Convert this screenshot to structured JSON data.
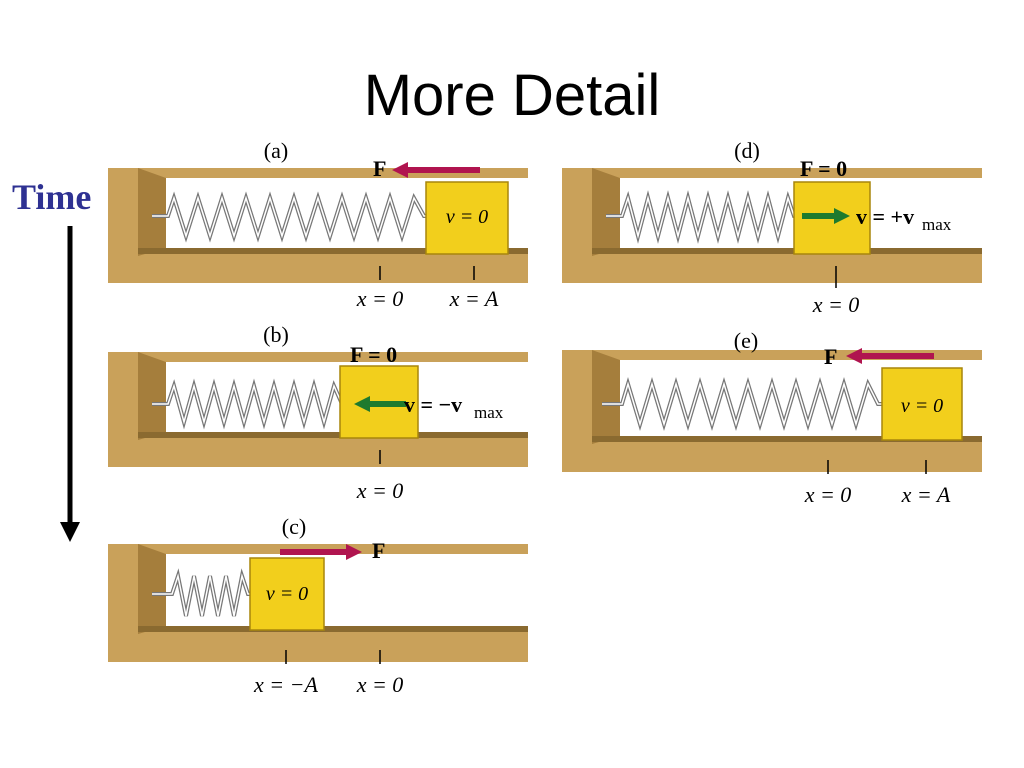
{
  "title": "More Detail",
  "time_label": "Time",
  "panels": {
    "a": {
      "tag": "(a)",
      "force": "F",
      "block_label": "v = 0",
      "marks": [
        "x = 0",
        "x = A"
      ]
    },
    "b": {
      "tag": "(b)",
      "force": "F = 0",
      "velocity": "v = −v",
      "velocity_sub": "max",
      "marks": [
        "x = 0"
      ]
    },
    "c": {
      "tag": "(c)",
      "force": "F",
      "block_label": "v = 0",
      "marks": [
        "x = −A",
        "x = 0"
      ]
    },
    "d": {
      "tag": "(d)",
      "force": "F = 0",
      "velocity": "v = +v",
      "velocity_sub": "max",
      "marks": [
        "x = 0"
      ]
    },
    "e": {
      "tag": "(e)",
      "force": "F",
      "block_label": "v = 0",
      "marks": [
        "x = 0",
        "x = A"
      ]
    }
  },
  "colors": {
    "wood": "#c9a15a",
    "wood_dark": "#a57e3c",
    "block": "#f2cf1c",
    "force_arrow": "#b0144f",
    "velocity_arrow": "#1e7a2e",
    "time_label": "#2e3192"
  }
}
